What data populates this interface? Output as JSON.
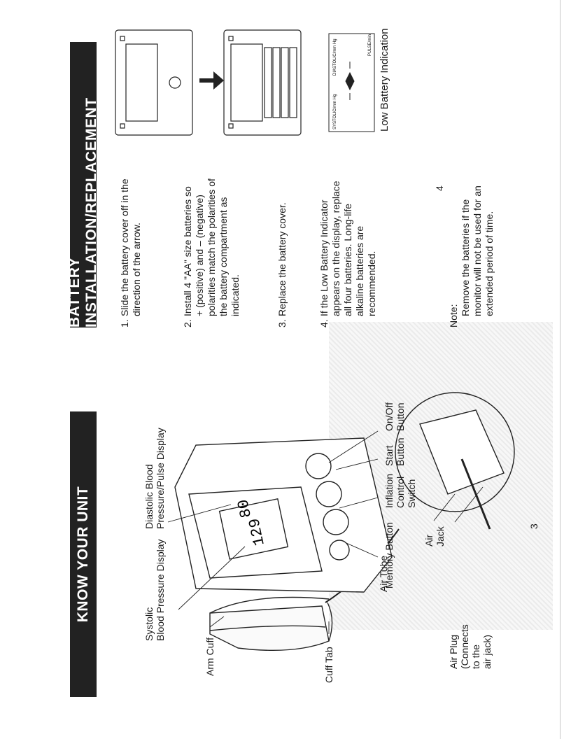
{
  "left": {
    "heading": "KNOW YOUR UNIT",
    "labels": {
      "systolic": [
        "Systolic",
        "Blood Pressure Display"
      ],
      "diastolic": [
        "Diastolic Blood",
        "Pressure/Pulse Display"
      ],
      "arm_cuff": "Arm Cuff",
      "cuff_tab": "Cuff Tab",
      "air_tube": "Air Tube",
      "memory_button": "Memory Button",
      "inflation": [
        "Inflation",
        "Control",
        "Switch"
      ],
      "start": [
        "Start",
        "Button"
      ],
      "onoff": [
        "On/Off",
        "Button"
      ],
      "air_jack": [
        "Air",
        "Jack"
      ],
      "air_plug": [
        "Air Plug",
        "(Connects",
        "to the",
        "air jack)"
      ]
    },
    "display": {
      "systolic_value": "129",
      "diastolic_value": "80"
    },
    "page_number": "3"
  },
  "right": {
    "heading": "BATTERY INSTALLATION/REPLACEMENT",
    "steps": [
      {
        "num": "1.",
        "lines": [
          "Slide the battery cover off in the",
          "direction of the arrow."
        ]
      },
      {
        "num": "2.",
        "lines": [
          "Install 4 \"AA\" size batteries so",
          "+ (positive) and – (negative)",
          "polarities match the polarities of",
          "the battery compartment as",
          "indicated."
        ]
      },
      {
        "num": "3.",
        "lines": [
          "Replace the battery cover."
        ]
      },
      {
        "num": "4.",
        "lines": [
          "If the Low Battery Indicator",
          "appears on the display, replace",
          "all four batteries. Long-life",
          "alkaline batteries are",
          "recommended."
        ]
      }
    ],
    "note": [
      "Note:",
      "Remove the batteries if the",
      "monitor will not be used for an",
      "extended period of time."
    ],
    "low_battery_caption": "Low Battery Indication",
    "lcd_labels": {
      "systolic": "SYSTOLIC/mm Hg",
      "diastolic": "DIASTOLIC/mm Hg",
      "pulse": "PULSE/min"
    },
    "page_number": "4"
  }
}
